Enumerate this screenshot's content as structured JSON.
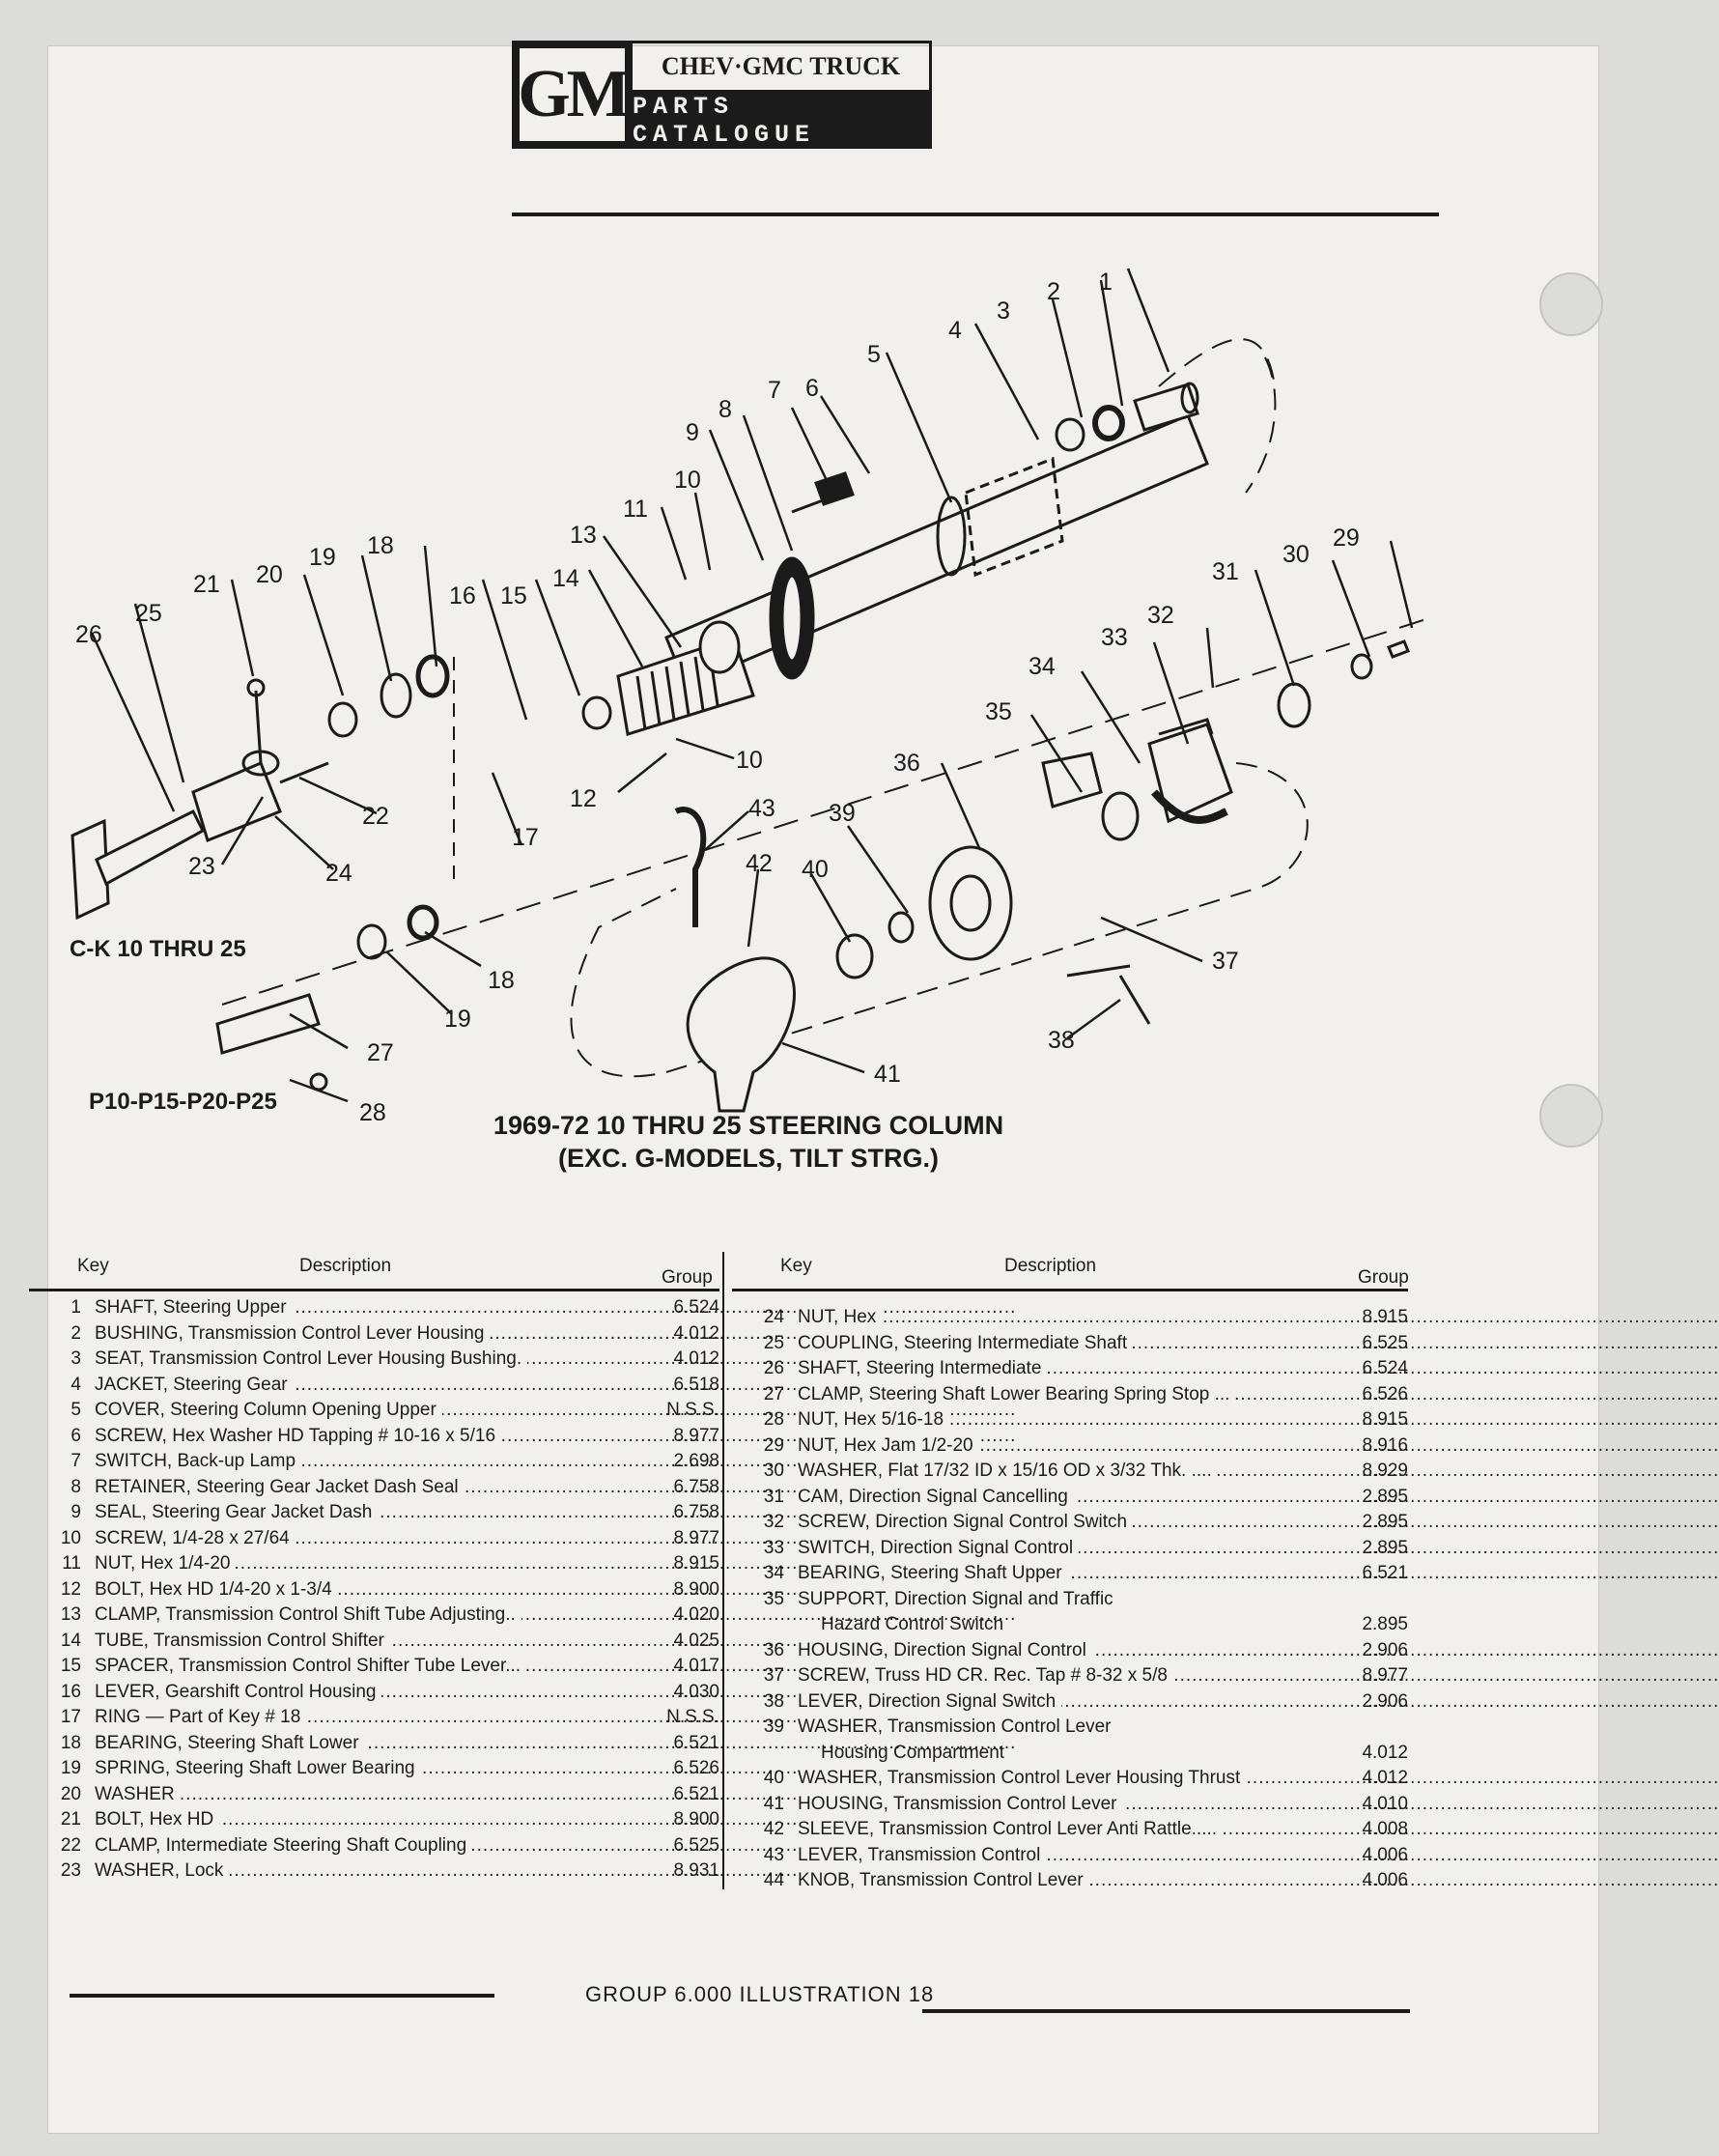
{
  "header": {
    "logo": "GM",
    "line1": "CHEV·GMC TRUCK",
    "line2": "PARTS CATALOGUE"
  },
  "diagram": {
    "labels": [
      "1",
      "2",
      "3",
      "4",
      "5",
      "6",
      "7",
      "8",
      "9",
      "10",
      "11",
      "13",
      "14",
      "15",
      "16",
      "18",
      "19",
      "20",
      "21",
      "25",
      "26",
      "22",
      "23",
      "24",
      "10",
      "12",
      "17",
      "29",
      "30",
      "31",
      "32",
      "33",
      "34",
      "35",
      "36",
      "43",
      "39",
      "42",
      "40",
      "37",
      "38",
      "41",
      "18",
      "19",
      "27",
      "28"
    ],
    "models": [
      "C-K 10 THRU 25",
      "P10-P15-P20-P25"
    ]
  },
  "title": {
    "line1": "1969-72 10 THRU 25 STEERING COLUMN",
    "line2": "(EXC. G-MODELS, TILT STRG.)"
  },
  "table": {
    "headers": {
      "key": "Key",
      "description": "Description",
      "group": "Group"
    },
    "left": [
      {
        "key": "1",
        "name": "SHAFT,",
        "desc": " Steering Upper",
        "group": "6.524"
      },
      {
        "key": "2",
        "name": "BUSHING,",
        "desc": " Transmission Control Lever Housing",
        "group": "4.012"
      },
      {
        "key": "3",
        "name": "SEAT,",
        "desc": " Transmission Control Lever Housing Bushing.",
        "group": "4.012"
      },
      {
        "key": "4",
        "name": "JACKET,",
        "desc": " Steering Gear",
        "group": "6.518"
      },
      {
        "key": "5",
        "name": "COVER,",
        "desc": " Steering Column Opening Upper",
        "group": "N.S.S."
      },
      {
        "key": "6",
        "name": "SCREW,",
        "desc": " Hex Washer HD Tapping # 10-16 x 5/16",
        "group": "8.977"
      },
      {
        "key": "7",
        "name": "SWITCH,",
        "desc": " Back-up Lamp",
        "group": "2.698"
      },
      {
        "key": "8",
        "name": "RETAINER,",
        "desc": " Steering Gear Jacket Dash Seal",
        "group": "6.758"
      },
      {
        "key": "9",
        "name": "SEAL,",
        "desc": " Steering Gear Jacket Dash",
        "group": "6.758"
      },
      {
        "key": "10",
        "name": "SCREW,",
        "desc": " 1/4-28 x 27/64",
        "group": "8.977"
      },
      {
        "key": "11",
        "name": "NUT,",
        "desc": " Hex 1/4-20",
        "group": "8.915"
      },
      {
        "key": "12",
        "name": "BOLT,",
        "desc": " Hex HD 1/4-20 x 1-3/4",
        "group": "8.900"
      },
      {
        "key": "13",
        "name": "CLAMP,",
        "desc": " Transmission Control Shift Tube Adjusting..",
        "group": "4.020"
      },
      {
        "key": "14",
        "name": "TUBE,",
        "desc": " Transmission Control Shifter",
        "group": "4.025"
      },
      {
        "key": "15",
        "name": "SPACER,",
        "desc": " Transmission Control Shifter Tube Lever...",
        "group": "4.017"
      },
      {
        "key": "16",
        "name": "LEVER,",
        "desc": " Gearshift Control Housing",
        "group": "4.030"
      },
      {
        "key": "17",
        "name": "RING",
        "desc": " — Part of Key # 18",
        "group": "N.S.S."
      },
      {
        "key": "18",
        "name": "BEARING,",
        "desc": " Steering Shaft Lower",
        "group": "6.521"
      },
      {
        "key": "19",
        "name": "SPRING,",
        "desc": " Steering Shaft Lower Bearing",
        "group": "6.526"
      },
      {
        "key": "20",
        "name": "WASHER",
        "desc": "",
        "group": "6.521"
      },
      {
        "key": "21",
        "name": "BOLT,",
        "desc": " Hex HD",
        "group": "8.900"
      },
      {
        "key": "22",
        "name": "CLAMP,",
        "desc": " Intermediate Steering Shaft Coupling",
        "group": "6.525"
      },
      {
        "key": "23",
        "name": "WASHER,",
        "desc": " Lock",
        "group": "8.931"
      }
    ],
    "right": [
      {
        "key": "24",
        "name": "NUT,",
        "desc": " Hex",
        "sub": "",
        "group": "8.915"
      },
      {
        "key": "25",
        "name": "COUPLING,",
        "desc": " Steering Intermediate Shaft",
        "sub": "",
        "group": "6.525"
      },
      {
        "key": "26",
        "name": "SHAFT,",
        "desc": " Steering Intermediate",
        "sub": "",
        "group": "6.524"
      },
      {
        "key": "27",
        "name": "CLAMP,",
        "desc": " Steering Shaft Lower Bearing Spring Stop ...",
        "sub": "",
        "group": "6.526"
      },
      {
        "key": "28",
        "name": "NUT,",
        "desc": " Hex 5/16-18",
        "sub": "",
        "group": "8.915"
      },
      {
        "key": "29",
        "name": "NUT,",
        "desc": " Hex Jam 1/2-20",
        "sub": "",
        "group": "8.916"
      },
      {
        "key": "30",
        "name": "WASHER,",
        "desc": " Flat 17/32 ID x 15/16 OD x 3/32 Thk. ....",
        "sub": "",
        "group": "8.929"
      },
      {
        "key": "31",
        "name": "CAM,",
        "desc": " Direction Signal Cancelling",
        "sub": "",
        "group": "2.895"
      },
      {
        "key": "32",
        "name": "SCREW,",
        "desc": " Direction Signal Control Switch",
        "sub": "",
        "group": "2.895"
      },
      {
        "key": "33",
        "name": "SWITCH,",
        "desc": " Direction Signal Control",
        "sub": "",
        "group": "2.895"
      },
      {
        "key": "34",
        "name": "BEARING,",
        "desc": " Steering Shaft Upper",
        "sub": "",
        "group": "6.521"
      },
      {
        "key": "35",
        "name": "SUPPORT,",
        "desc": " Direction Signal and Traffic",
        "sub": "Hazard Control Switch",
        "group": "2.895"
      },
      {
        "key": "36",
        "name": "HOUSING,",
        "desc": " Direction Signal Control",
        "sub": "",
        "group": "2.906"
      },
      {
        "key": "37",
        "name": "SCREW,",
        "desc": " Truss HD CR. Rec. Tap # 8-32 x 5/8",
        "sub": "",
        "group": "8.977"
      },
      {
        "key": "38",
        "name": "LEVER,",
        "desc": " Direction Signal Switch",
        "sub": "",
        "group": "2.906"
      },
      {
        "key": "39",
        "name": "WASHER,",
        "desc": " Transmission Control Lever",
        "sub": "Housing Compartment",
        "group": "4.012"
      },
      {
        "key": "40",
        "name": "WASHER,",
        "desc": " Transmission Control Lever Housing Thrust",
        "sub": "",
        "group": "4.012"
      },
      {
        "key": "41",
        "name": "HOUSING,",
        "desc": " Transmission Control Lever",
        "sub": "",
        "group": "4.010"
      },
      {
        "key": "42",
        "name": "SLEEVE,",
        "desc": " Transmission Control Lever Anti Rattle.....",
        "sub": "",
        "group": "4.008"
      },
      {
        "key": "43",
        "name": "LEVER,",
        "desc": " Transmission Control",
        "sub": "",
        "group": "4.006"
      },
      {
        "key": "44",
        "name": "KNOB,",
        "desc": " Transmission Control Lever",
        "sub": "",
        "group": "4.006"
      }
    ]
  },
  "footer": "GROUP 6.000 ILLUSTRATION 18"
}
